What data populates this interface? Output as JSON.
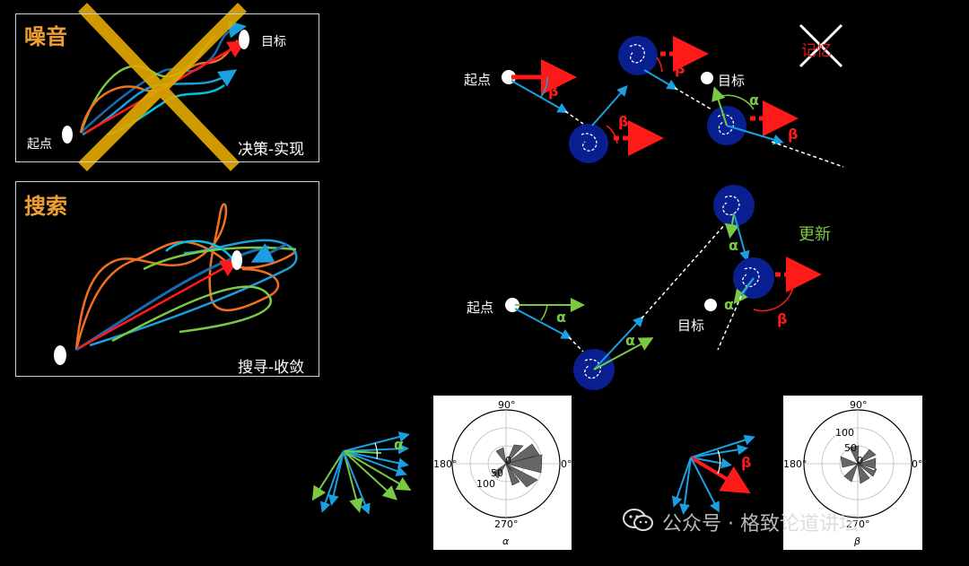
{
  "panels": {
    "noise": {
      "title": "噪音",
      "caption": "决策-实现",
      "start_label": "起点",
      "goal_label": "目标"
    },
    "search": {
      "title": "搜索",
      "caption": "搜寻-收敛"
    }
  },
  "top_diagram": {
    "start_label": "起点",
    "goal_label": "目标",
    "memory_label": "记忆",
    "beta": "β",
    "alpha": "α"
  },
  "mid_diagram": {
    "start_label": "起点",
    "goal_label": "目标",
    "update_label": "更新",
    "alpha": "α",
    "beta": "β"
  },
  "bottom": {
    "alpha_symbol": "α",
    "beta_symbol": "β",
    "polar_alpha": {
      "axis_label": "α",
      "angles": [
        "90°",
        "180°",
        "0°",
        "270°"
      ],
      "radii": [
        "0",
        "50",
        "100"
      ]
    },
    "polar_beta": {
      "axis_label": "β",
      "angles": [
        "90°",
        "180°",
        "0°",
        "270°"
      ],
      "radii": [
        "0",
        "50",
        "100"
      ]
    }
  },
  "watermark": {
    "text": "公众号 · 格致论道讲坛"
  },
  "colors": {
    "blue": "#1aa0e0",
    "red": "#ff1a1a",
    "green": "#7ac943",
    "orange": "#f0a030",
    "navy": "#0a1f8f"
  }
}
